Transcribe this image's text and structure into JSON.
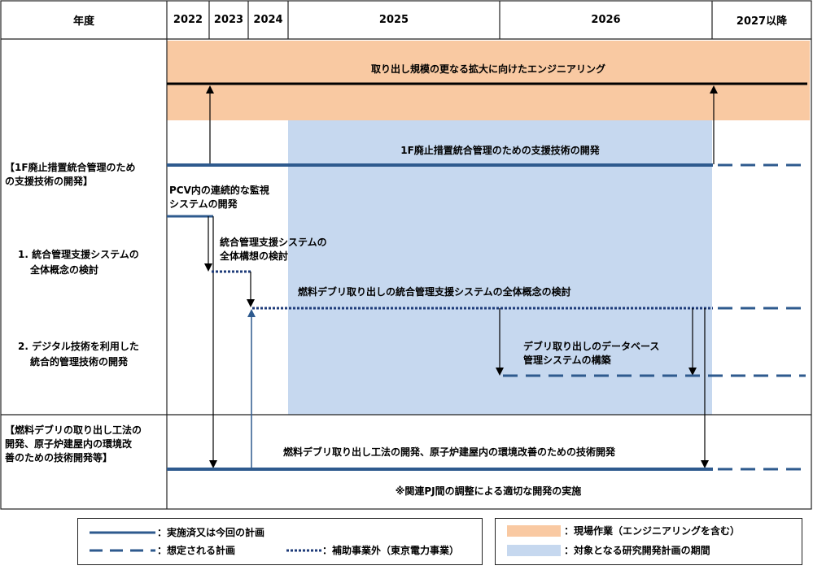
{
  "header": {
    "nendo": "年度",
    "years": [
      "2022",
      "2023",
      "2024",
      "2025",
      "2026",
      "2027以降"
    ]
  },
  "bands": {
    "engineering": "取り出し規模の更なる拡大に向けたエンジニアリング",
    "support_dev": "1F廃止措置統合管理のための支援技術の開発",
    "pcv": [
      "PCV内の連続的な監視",
      "システムの開発"
    ],
    "concept_tokyo": [
      "統合管理支援システムの",
      "全体構想の検討"
    ],
    "debris_concept": "燃料デブリ取り出しの統合管理支援システムの全体概念の検討",
    "database": [
      "デブリ取り出しのデータベース",
      "管理システムの構築"
    ],
    "method_dev": "燃料デブリ取り出し工法の開発、原子炉建屋内の環境改善のための技術開発",
    "note": "※関連PJ間の調整による適切な開発の実施"
  },
  "left_labels": {
    "support_heading": [
      "【1F廃止措置統合管理のため",
      "の支援技術の開発】"
    ],
    "item1": [
      "1. 統合管理支援システムの",
      "全体概念の検討"
    ],
    "item2": [
      "2. デジタル技術を利用した",
      "統合的管理技術の開発"
    ],
    "debris_heading": [
      "【燃料デブリの取り出し工法の",
      "開発、原子炉建屋内の環境改",
      "善のための技術開発等】"
    ]
  },
  "legend": {
    "solid": "：実施済又は今回の計画",
    "dashed": "：想定される計画",
    "dotted": "：補助事業外（東京電力事業）",
    "orange": "：現場作業（エンジニアリングを含む）",
    "blue": "：対象となる研究開発計画の期間"
  },
  "colors": {
    "orange": "#f9c9a2",
    "blue": "#c6d8ef",
    "plan": "#2e5a8e",
    "dotted": "#1f3c7a",
    "grid": "#222222"
  }
}
